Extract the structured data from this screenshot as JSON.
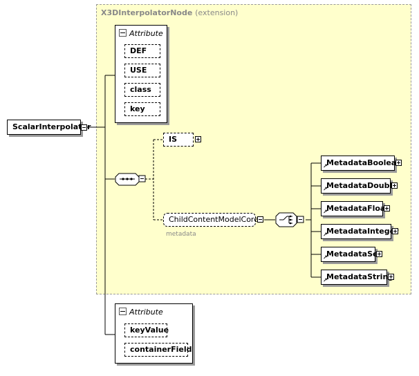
{
  "extension": {
    "title": "X3DInterpolatorNode",
    "subtitle": "(extension)"
  },
  "root": {
    "label": "ScalarInterpolator"
  },
  "attribute_group_1": {
    "header": "Attribute",
    "items": [
      "DEF",
      "USE",
      "class",
      "key"
    ]
  },
  "attribute_group_2": {
    "header": "Attribute",
    "items": [
      "keyValue",
      "containerField"
    ]
  },
  "is_element": {
    "label": "IS"
  },
  "group_ref": {
    "label": "ChildContentModelCore",
    "caption": "metadata"
  },
  "metadata_elements": [
    "MetadataBoolean",
    "MetadataDouble",
    "MetadataFloat",
    "MetadataInteger",
    "MetadataSet",
    "MetadataString"
  ],
  "colors": {
    "extension_bg": "#ffffcc",
    "border": "#000000",
    "shadow": "#9a9a9a",
    "caption": "#888888"
  }
}
